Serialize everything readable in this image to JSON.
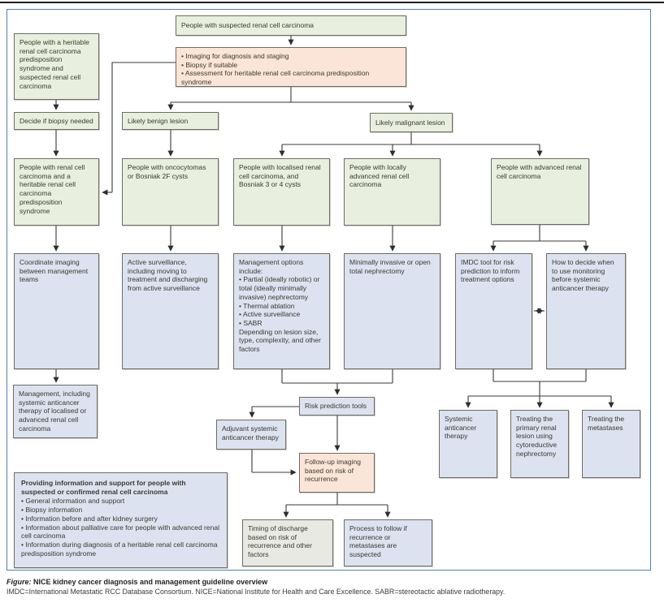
{
  "figure": {
    "caption_label": "Figure:",
    "caption_title": " NICE kidney cancer diagnosis and management guideline overview",
    "footnote": "IMDC=International Metastatic RCC Database Consortium. NICE=National Institute for Health and Care Excellence. SABR=stereotactic ablative radiotherapy."
  },
  "colors": {
    "patient_group_green": "#e9efdf",
    "assessment_pink": "#fbe5d8",
    "management_blue": "#dce2ef",
    "discharge_gray": "#e9e9e3",
    "panel_border_blue": "#4f81ad",
    "box_border_gray": "#6d6d64",
    "arrow_black": "#2e2e2e"
  },
  "nodes": {
    "suspected": "People with suspected renal cell carcinoma",
    "workup": "• Imaging for diagnosis and staging\n• Biopsy if suitable\n• Assessment for heritable renal cell carcinoma predisposition syndrome",
    "heritable_suspected": "People with a heritable renal cell carcinoma predisposition syndrome and suspected renal cell carcinoma",
    "decide_biopsy": "Decide if biopsy needed",
    "likely_benign": "Likely benign lesion",
    "likely_malignant": "Likely malignant lesion",
    "heritable_rcc": "People with renal cell carcinoma and a heritable renal cell carcinoma predisposition syndrome",
    "oncocytomas": "People with oncocytomas or Bosniak 2F cysts",
    "localised": "People with localised renal cell carcinoma, and Bosniak 3 or 4 cysts",
    "locally_advanced": "People with locally advanced renal cell carcinoma",
    "advanced": "People with advanced renal cell carcinoma",
    "coordinate": "Coordinate imaging between management teams",
    "active_surveillance": "Active surveillance, including moving to treatment and discharging from active surveillance",
    "management_options": "Management options include:\n• Partial (ideally robotic) or total (ideally minimally invasive) nephrectomy\n• Thermal ablation\n• Active surveillance\n• SABR\nDepending on lesion size, type, complexity, and other factors",
    "nephrectomy": "Minimally invasive or open total nephrectomy",
    "imdc": "IMDC tool for risk prediction to inform treatment options",
    "monitoring": "How to decide when to use monitoring before systemic anticancer therapy",
    "management_systemic": "Management, including systemic anticancer therapy of localised or advanced renal cell carcinoma",
    "risk_tools": "Risk prediction tools",
    "adjuvant": "Adjuvant systemic anticancer therapy",
    "follow_up": "Follow-up imaging based on risk of recurrence",
    "systemic_therapy": "Systemic anticancer therapy",
    "cytoreductive": "Treating the primary renal lesion using cytoreductive nephrectomy",
    "metastases": "Treating the metastases",
    "info_title": "Providing information and support for people with suspected or confirmed renal cell carcinoma",
    "info_bullets": "• General information and support\n• Biopsy information\n• Information before and after kidney surgery\n• Information about palliative care for people with advanced renal cell carcinoma\n• Information during diagnosis of a heritable renal cell carcinoma predisposition syndrome",
    "timing": "Timing of discharge based on risk of recurrence and other factors",
    "recurrence_process": "Process to follow if recurrence or metastases are suspected"
  }
}
